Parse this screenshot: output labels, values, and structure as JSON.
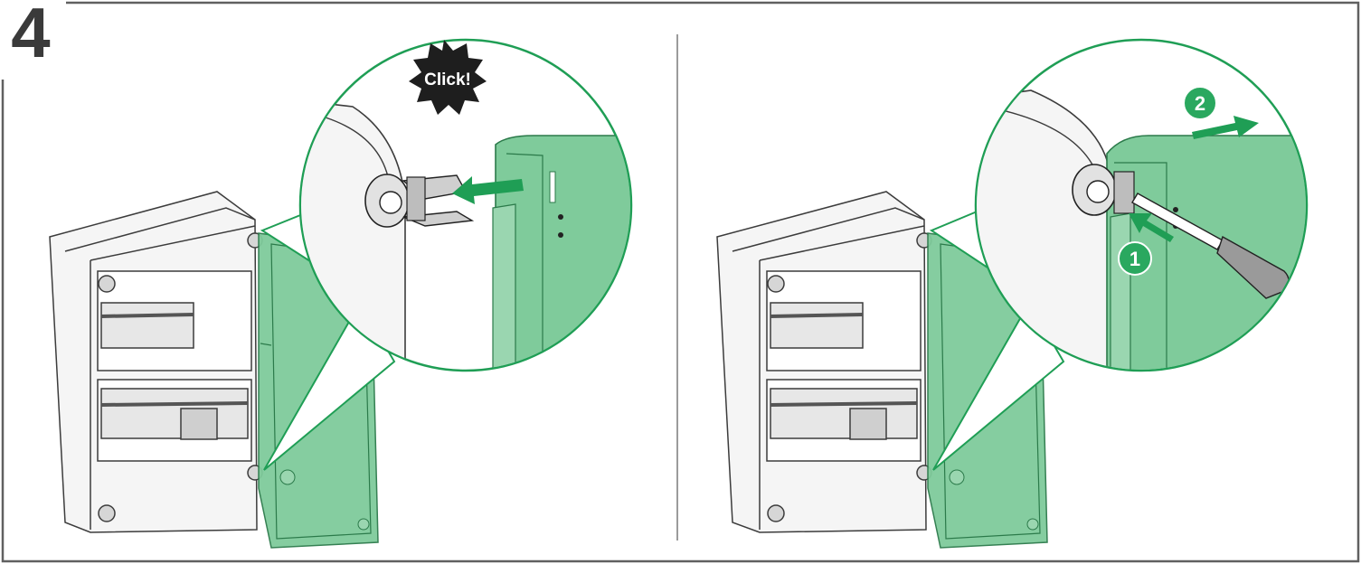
{
  "step": {
    "number": "4"
  },
  "panels": [
    {
      "id": "hinge-install",
      "callout_text": "Click!"
    },
    {
      "id": "hinge-remove",
      "step_markers": [
        "1",
        "2"
      ]
    }
  ],
  "colors": {
    "frame": "#606060",
    "enclosure_outline": "#3c3c3c",
    "enclosure_fill": "#f4f4f4",
    "door_green": "#7fcb9b",
    "door_green_dark": "#3a9c62",
    "arrow_green": "#1f9e55",
    "marker_green": "#2aa85f",
    "click_badge": "#1e1e1e",
    "hinge_gray": "#cfcfcf",
    "tool_gray": "#9a9a9a"
  },
  "icons": {
    "click_badge": "starburst-badge",
    "direction_arrows": "green-arrow",
    "tool": "flat-screwdriver"
  }
}
